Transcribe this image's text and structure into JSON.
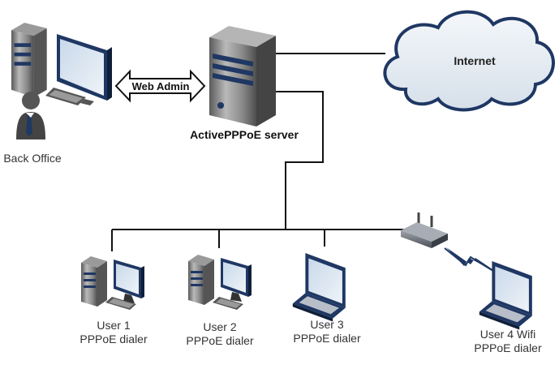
{
  "nodes": {
    "back_office": {
      "label": "Back Office"
    },
    "server": {
      "label": "ActivePPPoE server"
    },
    "internet": {
      "label": "Internet"
    },
    "web_admin": {
      "label": "Web Admin"
    },
    "user1": {
      "line1": "User 1",
      "line2": "PPPoE dialer"
    },
    "user2": {
      "line1": "User 2",
      "line2": "PPPoE dialer"
    },
    "user3": {
      "line1": "User 3",
      "line2": "PPPoE dialer"
    },
    "user4": {
      "line1": "User 4 Wifi",
      "line2": "PPPoE dialer"
    }
  },
  "icons": [
    "desktop-pc-icon",
    "person-icon",
    "server-tower-icon",
    "cloud-icon",
    "laptop-icon",
    "wifi-router-icon",
    "wireless-link-icon",
    "double-arrow-icon"
  ],
  "colors": {
    "line": "#111111",
    "device_navy": "#1f3763",
    "device_gray": "#8c8c8c",
    "cloud_fill": "#e9eef4",
    "cloud_stroke": "#1f3763"
  }
}
